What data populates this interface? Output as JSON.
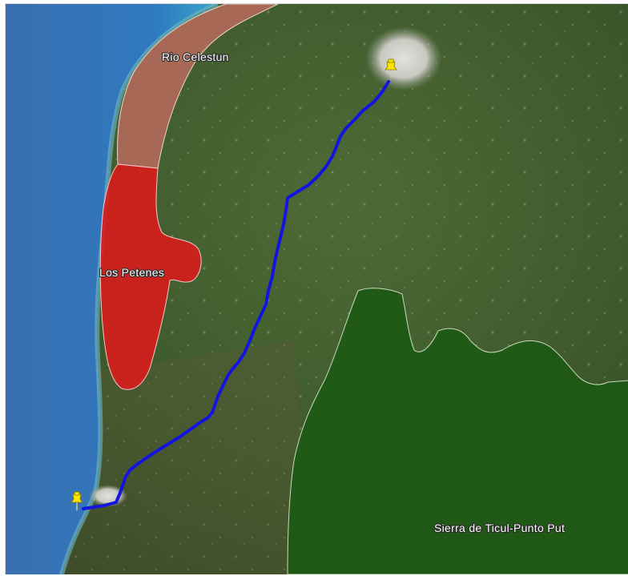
{
  "map": {
    "view": "satellite",
    "protected_areas": [
      {
        "name": "Rio Celestun",
        "color": "#b56b5c"
      },
      {
        "name": "Los Petenes",
        "color": "#d81c1c"
      },
      {
        "name": "Sierra de Ticul-Punto Put",
        "color": "#1f5a16"
      }
    ],
    "route": {
      "color": "#1414e0"
    },
    "markers": [
      {
        "name": "pushpin",
        "icon": "pushpin-icon",
        "color": "#ffe600"
      },
      {
        "name": "pushpin",
        "icon": "pushpin-icon",
        "color": "#ffe600"
      }
    ],
    "colors": {
      "sea": "#2f6fb8",
      "land": "#3d5a2a",
      "urban": "#c9c9c4"
    }
  }
}
